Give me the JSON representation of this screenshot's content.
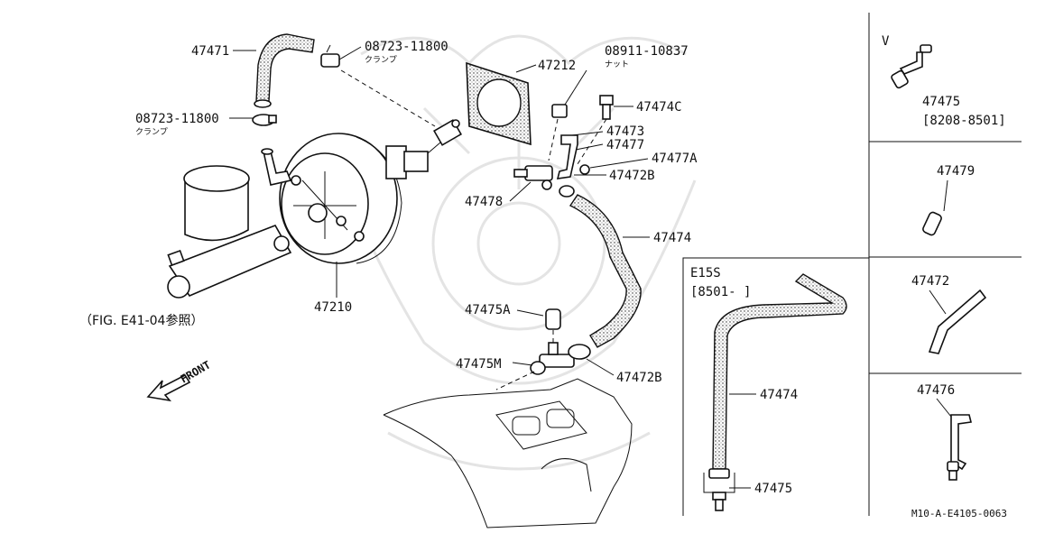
{
  "parts": {
    "p47471": "47471",
    "p08723_top": "08723-11800",
    "p08723_top_jp": "クランプ",
    "p08723_left": "08723-11800",
    "p08723_left_jp": "クランプ",
    "p47212": "47212",
    "p08911": "08911-10837",
    "p08911_jp": "ナット",
    "p47474C": "47474C",
    "p47473": "47473",
    "p47477": "47477",
    "p47477A": "47477A",
    "p47472B_upper": "47472B",
    "p47478": "47478",
    "p47474_main": "47474",
    "p47210": "47210",
    "p47475A": "47475A",
    "p47475M": "47475M",
    "p47472B_lower": "47472B"
  },
  "figure_ref": "（FIG. E41-04参照）",
  "front_label": "FRONT",
  "variant_e15s": {
    "title": "E15S",
    "period": "[8501-    ]",
    "hose_label": "47474",
    "fitting_label": "47475"
  },
  "side_panels": {
    "v_title": "V",
    "v_part": "47475",
    "v_period": "[8208-8501]",
    "panel2_part": "47479",
    "panel3_part": "47472",
    "panel4_part": "47476"
  },
  "footer_code": "M10-A-E4105-0063"
}
